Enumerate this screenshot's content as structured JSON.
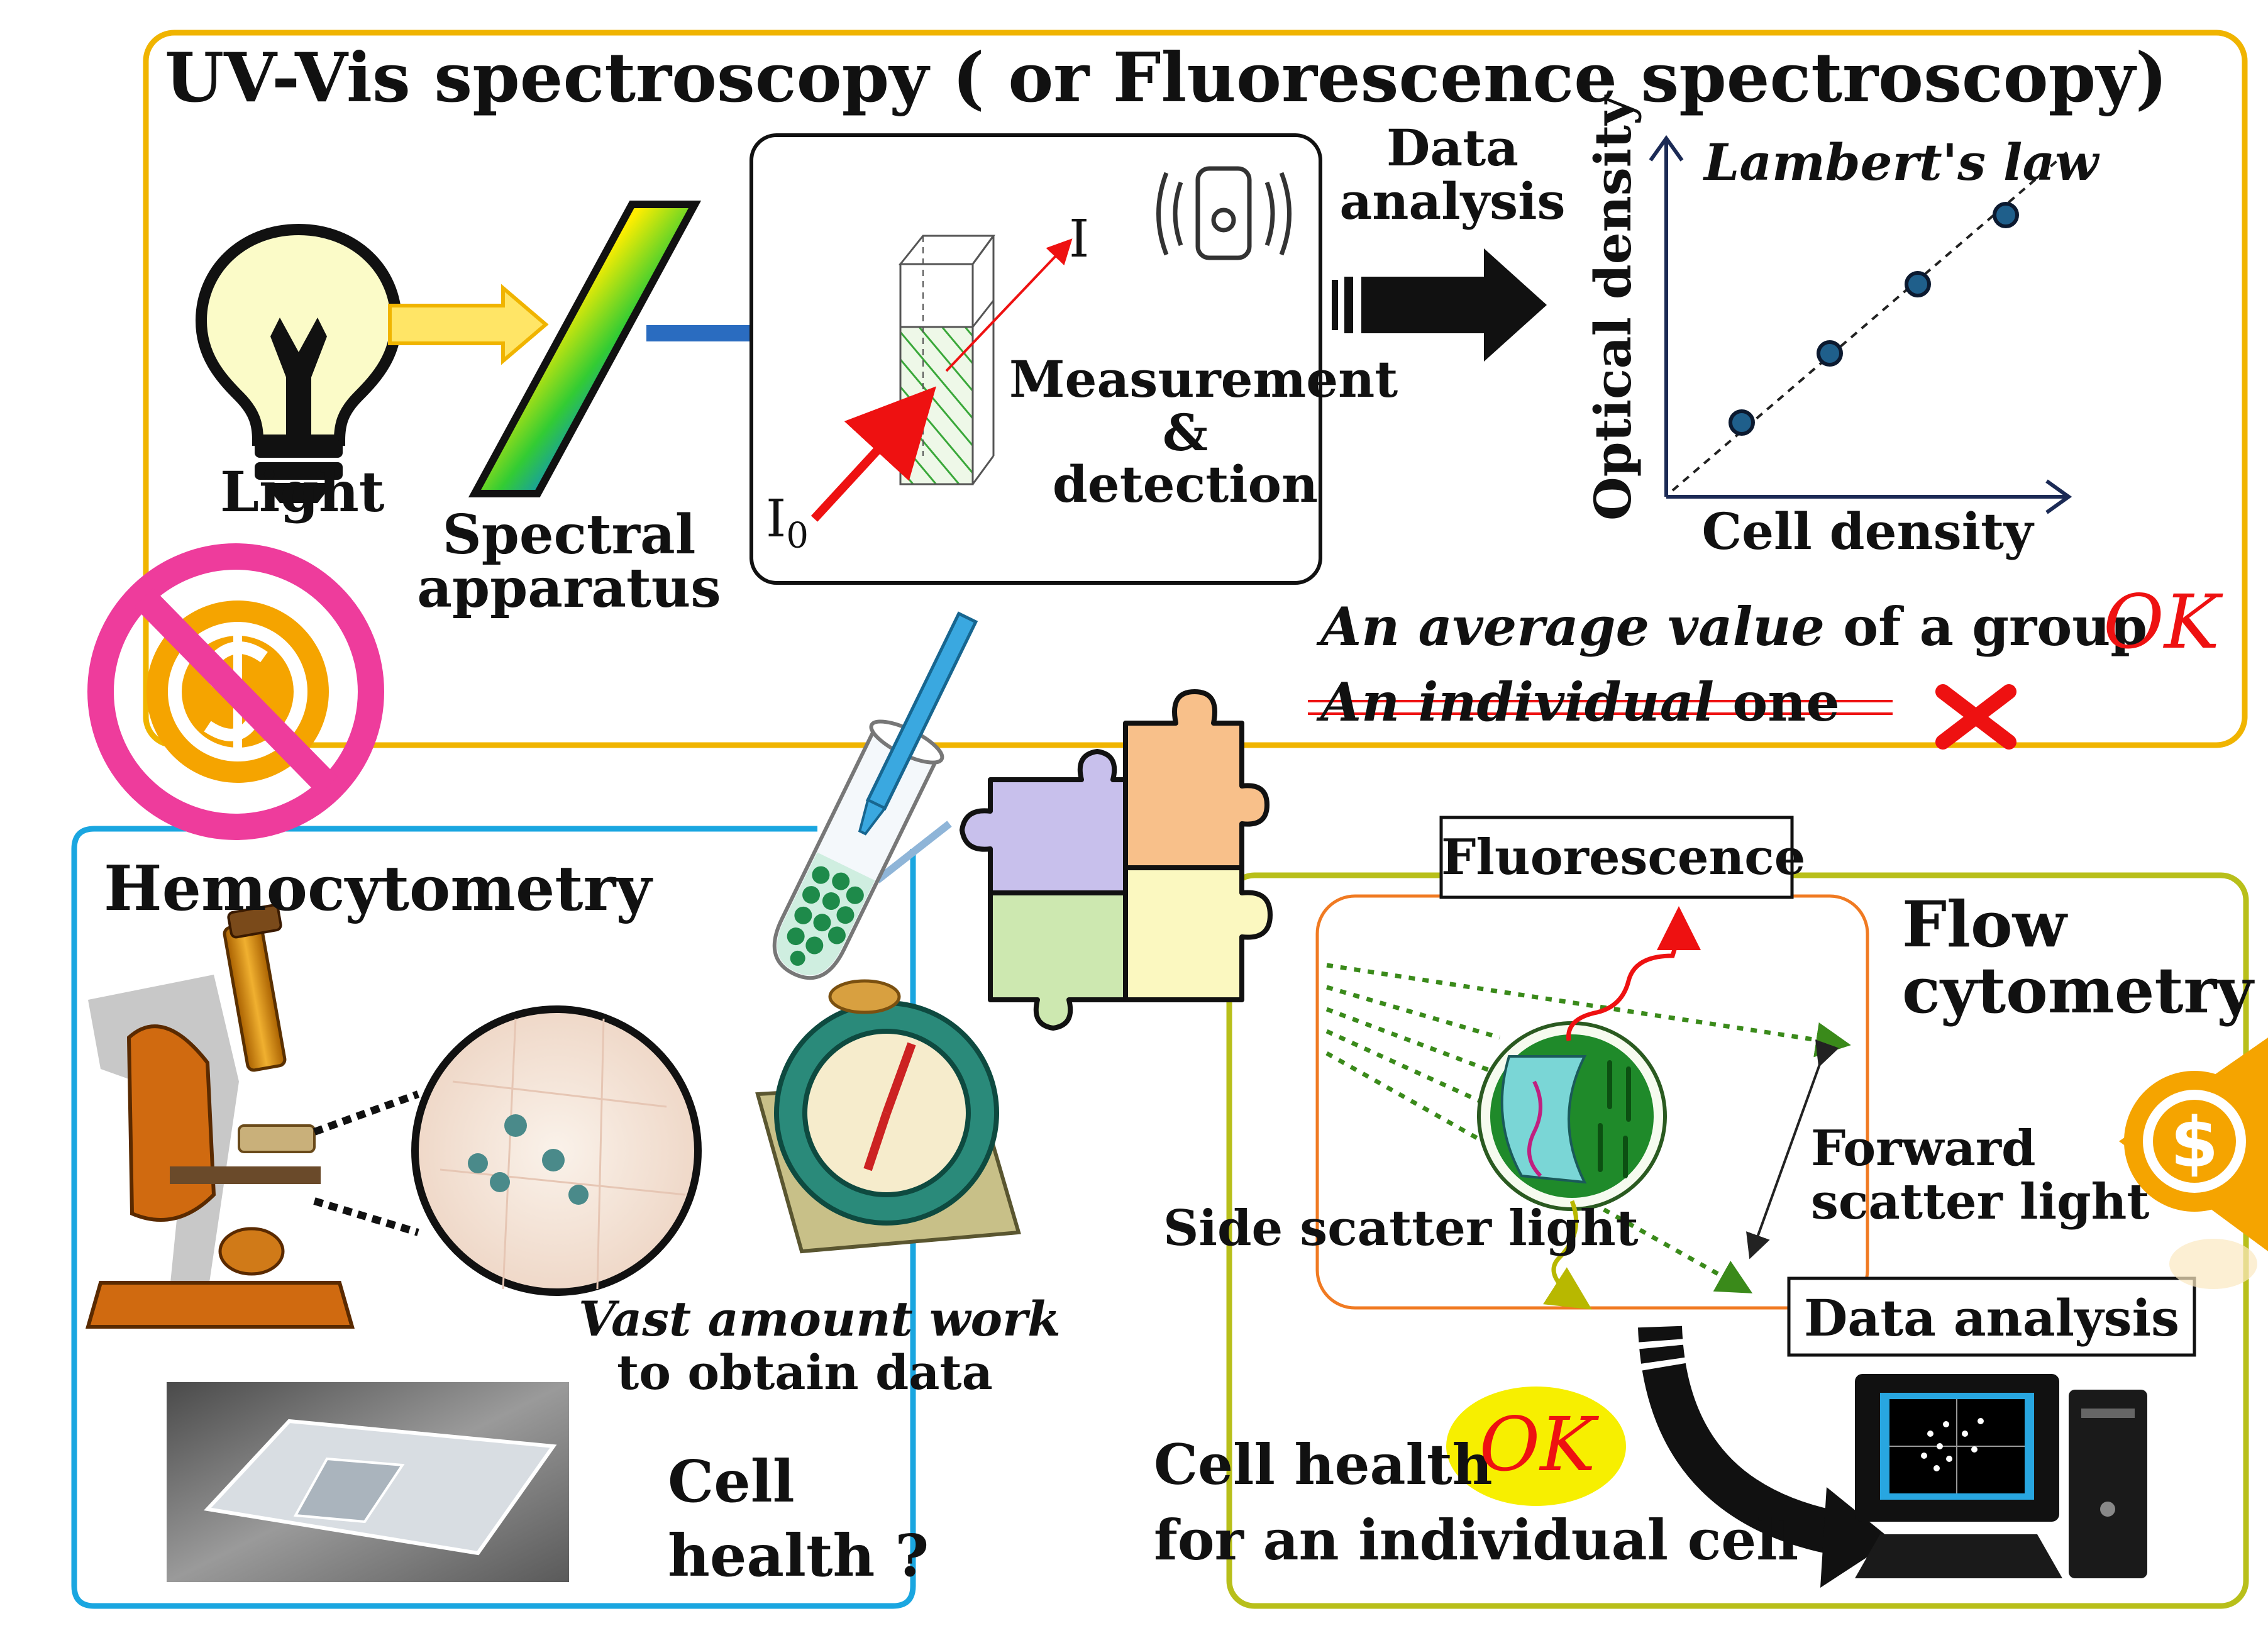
{
  "uvvis": {
    "title": "UV-Vis spectroscopy ( or Fluorescence spectroscopy)",
    "light_label": "Light",
    "spectral_label_1": "Spectral",
    "spectral_label_2": "apparatus",
    "beam_out": "I",
    "beam_in": "I",
    "beam_in_sub": "0",
    "measure_1": "Measurement",
    "measure_2": "&",
    "measure_3": "detection",
    "data_analysis_1": "Data",
    "data_analysis_2": "analysis",
    "avg_italic": "An average value",
    "avg_rest": " of a group",
    "ok": "OK",
    "indiv_italic": "An individual",
    "indiv_rest": " one"
  },
  "chart_data": {
    "type": "scatter",
    "title": "Lambert's law",
    "xlabel": "Cell density",
    "ylabel": "Optical density",
    "x": [
      1,
      2,
      3,
      4
    ],
    "y": [
      1,
      2,
      3,
      4
    ],
    "trendline": "linear, dashed",
    "point_color": "#1f5f8b"
  },
  "hemo": {
    "title": "Hemocytometry",
    "work_1": "Vast amount work",
    "work_2": "to obtain data",
    "health_1": "Cell",
    "health_2": "health ?"
  },
  "flow": {
    "title_1": "Flow",
    "title_2": "cytometry",
    "fluorescence": "Fluorescence",
    "forward_1": "Forward",
    "forward_2": "scatter light",
    "side": "Side scatter light",
    "data_analysis": "Data analysis",
    "health_1": "Cell health",
    "health_ok": "OK",
    "health_2": "for an individual cell"
  },
  "colors": {
    "uvvis_border": "#f0b400",
    "hemo_border": "#1aa6e0",
    "flow_border": "#b8bf1a",
    "ok_red": "#ee1111",
    "ok_badge": "#f7ef00",
    "coin_orange": "#f5a400",
    "no_sign": "#ee3c9c"
  }
}
